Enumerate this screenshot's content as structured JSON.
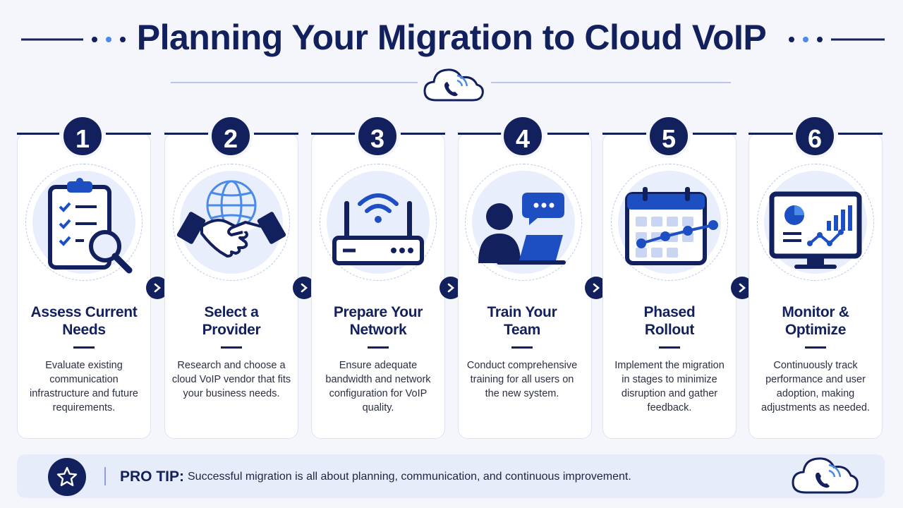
{
  "title": "Planning Your Migration to Cloud VoIP",
  "colors": {
    "navy": "#13205e",
    "blue": "#1e4fc2",
    "light_blue": "#4a8ae8",
    "bg": "#f4f6fb"
  },
  "steps": [
    {
      "number": "1",
      "title_line1": "Assess Current",
      "title_line2": "Needs",
      "description": "Evaluate existing communication infrastructure and future requirements.",
      "icon": "clipboard-magnifier-icon"
    },
    {
      "number": "2",
      "title_line1": "Select a",
      "title_line2": "Provider",
      "description": "Research and choose a cloud VoIP vendor that fits your business needs.",
      "icon": "globe-handshake-icon"
    },
    {
      "number": "3",
      "title_line1": "Prepare Your",
      "title_line2": "Network",
      "description": "Ensure adequate bandwidth and network configuration for VoIP quality.",
      "icon": "wifi-router-icon"
    },
    {
      "number": "4",
      "title_line1": "Train Your",
      "title_line2": "Team",
      "description": "Conduct comprehensive training for all users on the new system.",
      "icon": "user-laptop-chat-icon"
    },
    {
      "number": "5",
      "title_line1": "Phased",
      "title_line2": "Rollout",
      "description": "Implement the migration in stages to minimize disruption and gather feedback.",
      "icon": "calendar-timeline-icon"
    },
    {
      "number": "6",
      "title_line1": "Monitor &",
      "title_line2": "Optimize",
      "description": "Continuously track performance and user adoption, making adjustments as needed.",
      "icon": "monitor-dashboard-icon"
    }
  ],
  "tip": {
    "label": "PRO TIP:",
    "text": "Successful migration is all about planning, communication, and continuous improvement.",
    "icon": "star-icon"
  }
}
